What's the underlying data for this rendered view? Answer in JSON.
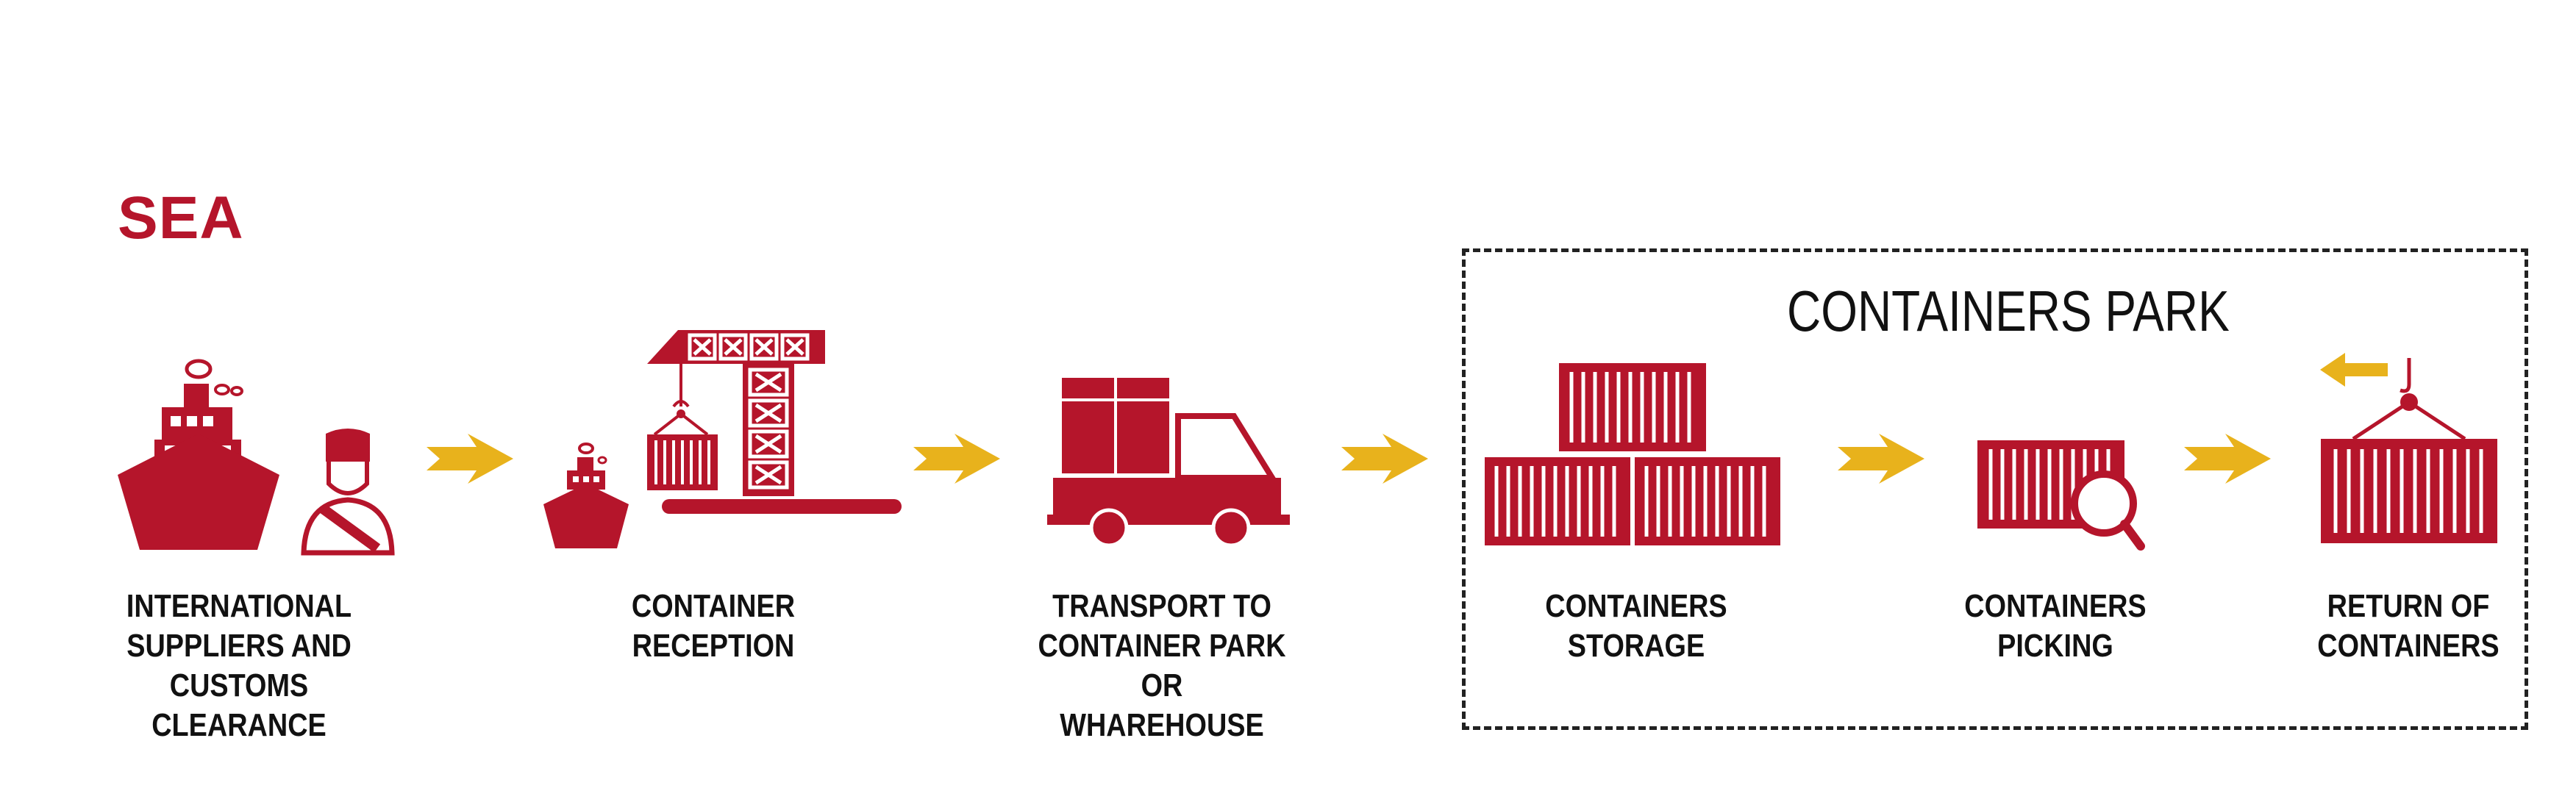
{
  "title": "SEA",
  "park_title": "CONTAINERS PARK",
  "colors": {
    "primary": "#b5152b",
    "arrow": "#e8b21c",
    "text": "#111111"
  },
  "steps": [
    {
      "label": "INTERNATIONAL\nSUPPLIERS AND\nCUSTOMS CLEARANCE",
      "icons": [
        "ship-icon",
        "customs-officer-icon"
      ]
    },
    {
      "label": "CONTAINER\nRECEPTION",
      "icons": [
        "port-crane-icon"
      ]
    },
    {
      "label": "TRANSPORT TO\nCONTAINER PARK\nOR WHAREHOUSE",
      "icons": [
        "truck-icon"
      ]
    },
    {
      "label": "CONTAINERS\nSTORAGE",
      "icons": [
        "container-stack-icon"
      ]
    },
    {
      "label": "CONTAINERS\nPICKING",
      "icons": [
        "container-search-icon"
      ]
    },
    {
      "label": "RETURN OF\nCONTAINERS",
      "icons": [
        "container-hoist-icon"
      ]
    }
  ],
  "flow_arrows": 5
}
